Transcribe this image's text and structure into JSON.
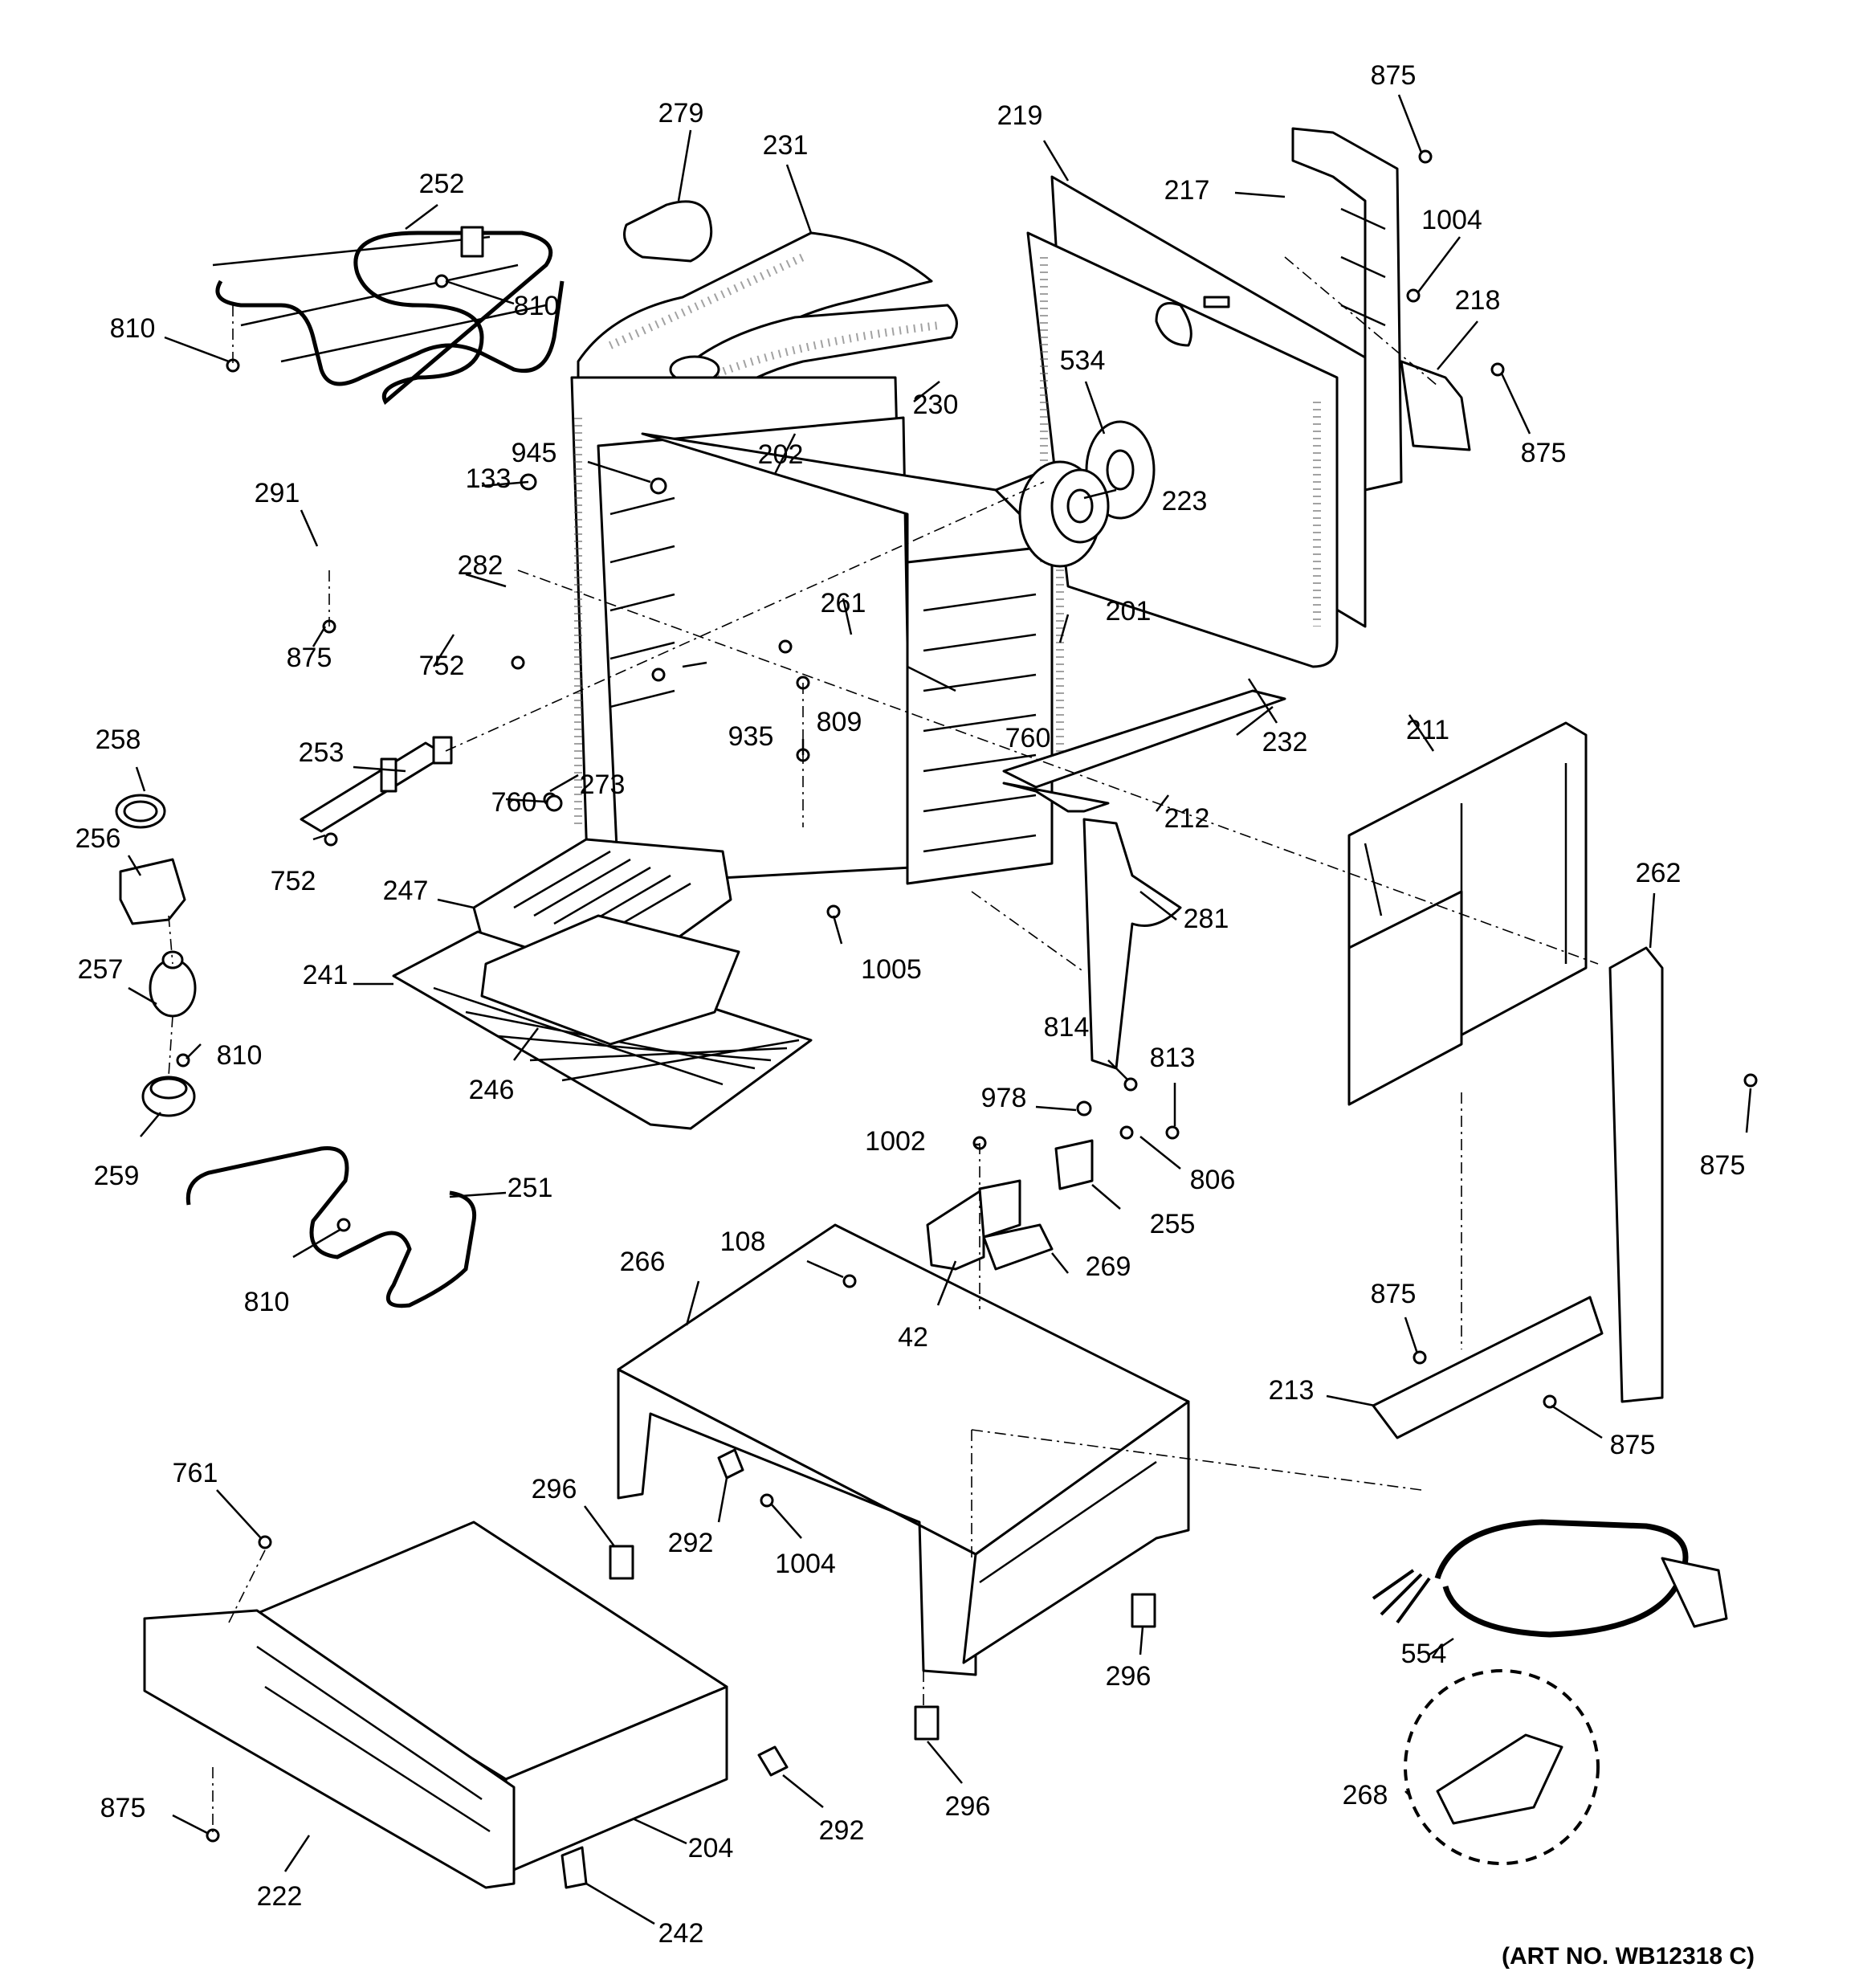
{
  "diagram": {
    "art_number": "(ART NO. WB12318 C)",
    "callouts": [
      "875",
      "279",
      "231",
      "219",
      "217",
      "252",
      "1004",
      "810",
      "218",
      "810",
      "230",
      "534",
      "875",
      "945",
      "202",
      "133",
      "223",
      "291",
      "282",
      "261",
      "201",
      "875",
      "752",
      "809",
      "760",
      "232",
      "935",
      "258",
      "211",
      "253",
      "273",
      "212",
      "760",
      "262",
      "256",
      "752",
      "247",
      "281",
      "1005",
      "257",
      "241",
      "810",
      "814",
      "813",
      "246",
      "978",
      "875",
      "259",
      "1002",
      "806",
      "251",
      "255",
      "108",
      "266",
      "269",
      "810",
      "42",
      "875",
      "213",
      "875",
      "761",
      "296",
      "292",
      "1004",
      "554",
      "296",
      "875",
      "296",
      "292",
      "268",
      "204",
      "222",
      "242"
    ]
  }
}
